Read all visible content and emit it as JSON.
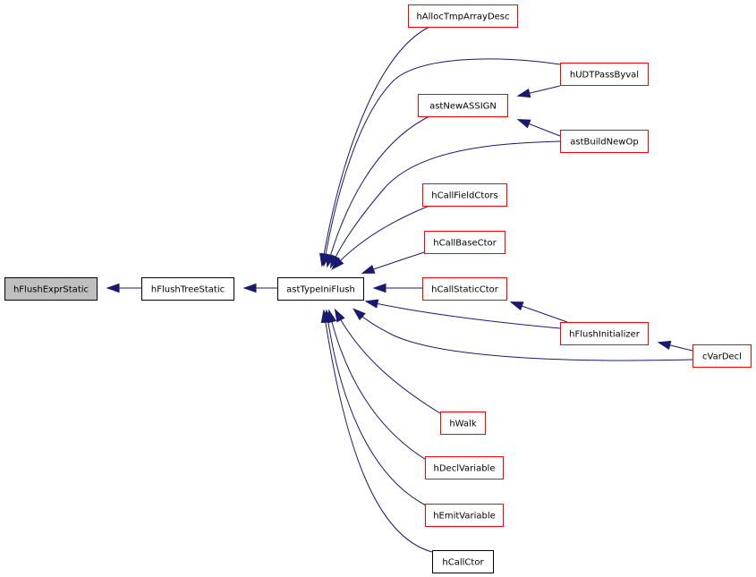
{
  "colors": {
    "edge": "#191970",
    "root_fill": "#bfbfbf",
    "node_border_black": "#000000",
    "node_border_red": "#ff0000",
    "node_fill": "#ffffff"
  },
  "nodes": [
    {
      "id": "hFlushExprStatic",
      "label": "hFlushExprStatic",
      "style": "root"
    },
    {
      "id": "hFlushTreeStatic",
      "label": "hFlushTreeStatic",
      "style": "black"
    },
    {
      "id": "astTypeIniFlush",
      "label": "astTypeIniFlush",
      "style": "black"
    },
    {
      "id": "hAllocTmpArrayDesc",
      "label": "hAllocTmpArrayDesc",
      "style": "red"
    },
    {
      "id": "hUDTPassByval",
      "label": "hUDTPassByval",
      "style": "red"
    },
    {
      "id": "astNewASSIGN",
      "label": "astNewASSIGN",
      "style": "red"
    },
    {
      "id": "astBuildNewOp",
      "label": "astBuildNewOp",
      "style": "red"
    },
    {
      "id": "hCallFieldCtors",
      "label": "hCallFieldCtors",
      "style": "red"
    },
    {
      "id": "hCallBaseCtor",
      "label": "hCallBaseCtor",
      "style": "red"
    },
    {
      "id": "hCallStaticCtor",
      "label": "hCallStaticCtor",
      "style": "red"
    },
    {
      "id": "hFlushInitializer",
      "label": "hFlushInitializer",
      "style": "red"
    },
    {
      "id": "cVarDecl",
      "label": "cVarDecl",
      "style": "red"
    },
    {
      "id": "hWalk",
      "label": "hWalk",
      "style": "red"
    },
    {
      "id": "hDeclVariable",
      "label": "hDeclVariable",
      "style": "red"
    },
    {
      "id": "hEmitVariable",
      "label": "hEmitVariable",
      "style": "red"
    },
    {
      "id": "hCallCtor",
      "label": "hCallCtor",
      "style": "black"
    }
  ],
  "edges": [
    {
      "from": "hFlushTreeStatic",
      "to": "hFlushExprStatic"
    },
    {
      "from": "astTypeIniFlush",
      "to": "hFlushTreeStatic"
    },
    {
      "from": "hAllocTmpArrayDesc",
      "to": "astTypeIniFlush"
    },
    {
      "from": "hUDTPassByval",
      "to": "astTypeIniFlush"
    },
    {
      "from": "astNewASSIGN",
      "to": "astTypeIniFlush"
    },
    {
      "from": "astBuildNewOp",
      "to": "astTypeIniFlush"
    },
    {
      "from": "hCallFieldCtors",
      "to": "astTypeIniFlush"
    },
    {
      "from": "hCallBaseCtor",
      "to": "astTypeIniFlush"
    },
    {
      "from": "hCallStaticCtor",
      "to": "astTypeIniFlush"
    },
    {
      "from": "hFlushInitializer",
      "to": "astTypeIniFlush"
    },
    {
      "from": "cVarDecl",
      "to": "astTypeIniFlush"
    },
    {
      "from": "hWalk",
      "to": "astTypeIniFlush"
    },
    {
      "from": "hDeclVariable",
      "to": "astTypeIniFlush"
    },
    {
      "from": "hEmitVariable",
      "to": "astTypeIniFlush"
    },
    {
      "from": "hCallCtor",
      "to": "astTypeIniFlush"
    },
    {
      "from": "hUDTPassByval",
      "to": "astNewASSIGN"
    },
    {
      "from": "astBuildNewOp",
      "to": "astNewASSIGN"
    },
    {
      "from": "hFlushInitializer",
      "to": "hCallStaticCtor"
    },
    {
      "from": "cVarDecl",
      "to": "hFlushInitializer"
    }
  ]
}
